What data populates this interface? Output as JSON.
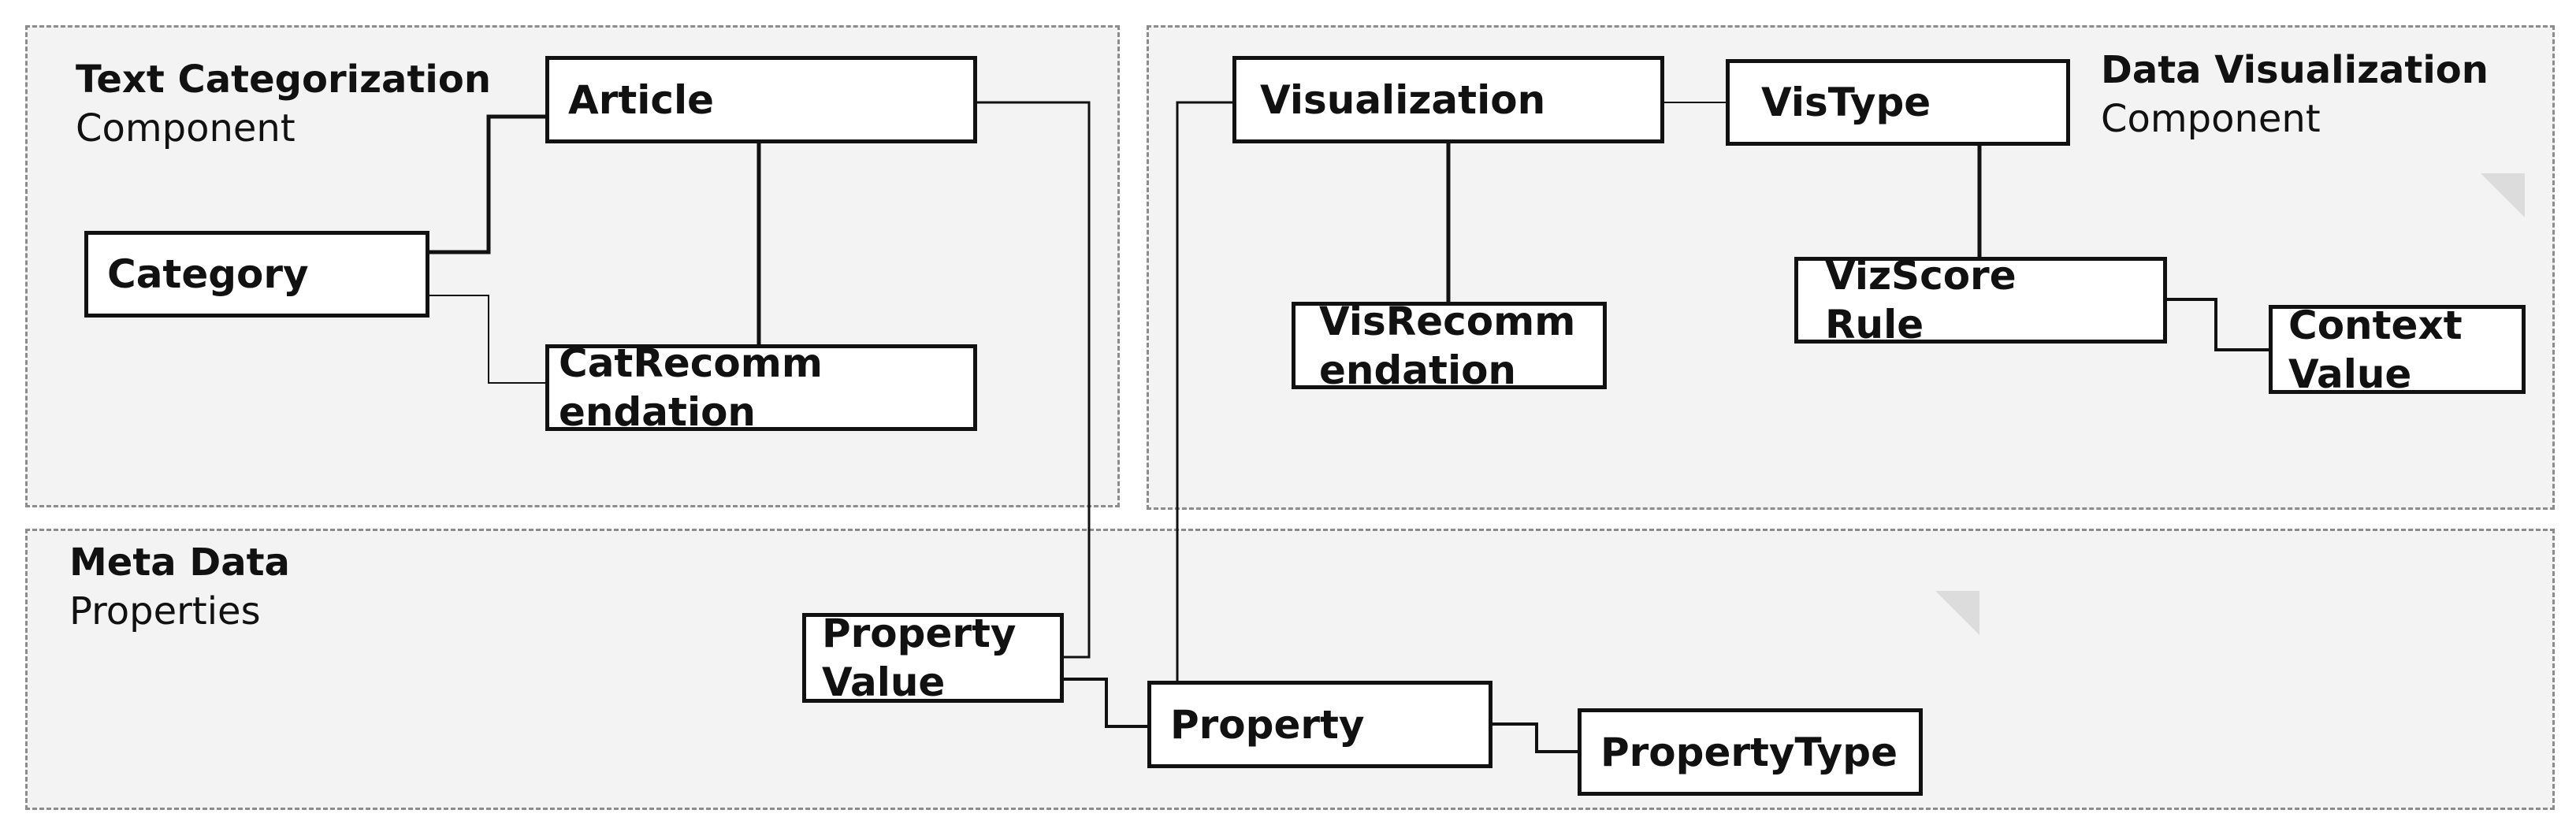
{
  "regions": {
    "text_categorization": {
      "title": "Text Categorization",
      "subtitle": "Component"
    },
    "data_visualization": {
      "title": "Data Visualization",
      "subtitle": "Component"
    },
    "meta_data": {
      "title": "Meta Data",
      "subtitle": "Properties"
    }
  },
  "entities": {
    "article": "Article",
    "category": "Category",
    "cat_recommendation": "CatRecomm\nendation",
    "visualization": "Visualization",
    "vis_type": "VisType",
    "vis_recommendation": "VisRecomm\nendation",
    "viz_score_rule": "VizScore\nRule",
    "context_value": "Context\nValue",
    "property_value": "Property\nValue",
    "property": "Property",
    "property_type": "PropertyType"
  },
  "relations": [
    [
      "category",
      "article"
    ],
    [
      "category",
      "cat_recommendation"
    ],
    [
      "article",
      "cat_recommendation"
    ],
    [
      "article",
      "property_value"
    ],
    [
      "property_value",
      "property"
    ],
    [
      "property",
      "property_type"
    ],
    [
      "visualization",
      "property"
    ],
    [
      "visualization",
      "vis_type"
    ],
    [
      "visualization",
      "vis_recommendation"
    ],
    [
      "vis_type",
      "viz_score_rule"
    ],
    [
      "viz_score_rule",
      "context_value"
    ]
  ]
}
